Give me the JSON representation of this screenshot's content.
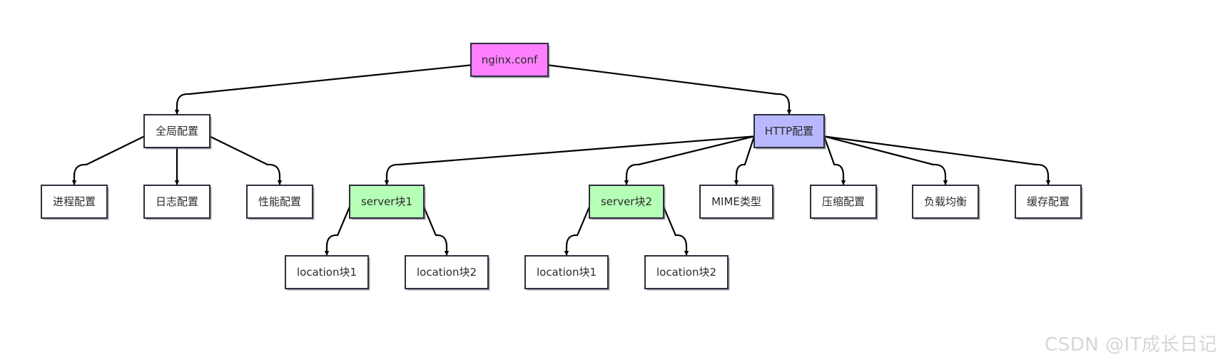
{
  "colors": {
    "root_fill": "#ff80ff",
    "http_fill": "#b8b8ff",
    "server_fill": "#b6ffb6",
    "default_fill": "#ffffff",
    "stroke": "#2e2e3e",
    "edge": "#000000"
  },
  "nodes": {
    "root": {
      "label": "nginx.conf"
    },
    "global": {
      "label": "全局配置"
    },
    "http": {
      "label": "HTTP配置"
    },
    "process": {
      "label": "进程配置"
    },
    "log": {
      "label": "日志配置"
    },
    "perf": {
      "label": "性能配置"
    },
    "server1": {
      "label": "server块1"
    },
    "server2": {
      "label": "server块2"
    },
    "mime": {
      "label": "MIME类型"
    },
    "gzip": {
      "label": "压缩配置"
    },
    "lb": {
      "label": "负载均衡"
    },
    "cache": {
      "label": "缓存配置"
    },
    "s1_loc1": {
      "label": "location块1"
    },
    "s1_loc2": {
      "label": "location块2"
    },
    "s2_loc1": {
      "label": "location块1"
    },
    "s2_loc2": {
      "label": "location块2"
    }
  },
  "edges": [
    {
      "from": "root",
      "to": "global"
    },
    {
      "from": "root",
      "to": "http"
    },
    {
      "from": "global",
      "to": "process"
    },
    {
      "from": "global",
      "to": "log"
    },
    {
      "from": "global",
      "to": "perf"
    },
    {
      "from": "http",
      "to": "server1"
    },
    {
      "from": "http",
      "to": "server2"
    },
    {
      "from": "http",
      "to": "mime"
    },
    {
      "from": "http",
      "to": "gzip"
    },
    {
      "from": "http",
      "to": "lb"
    },
    {
      "from": "http",
      "to": "cache"
    },
    {
      "from": "server1",
      "to": "s1_loc1"
    },
    {
      "from": "server1",
      "to": "s1_loc2"
    },
    {
      "from": "server2",
      "to": "s2_loc1"
    },
    {
      "from": "server2",
      "to": "s2_loc2"
    }
  ],
  "watermark": "CSDN @IT成长日记"
}
